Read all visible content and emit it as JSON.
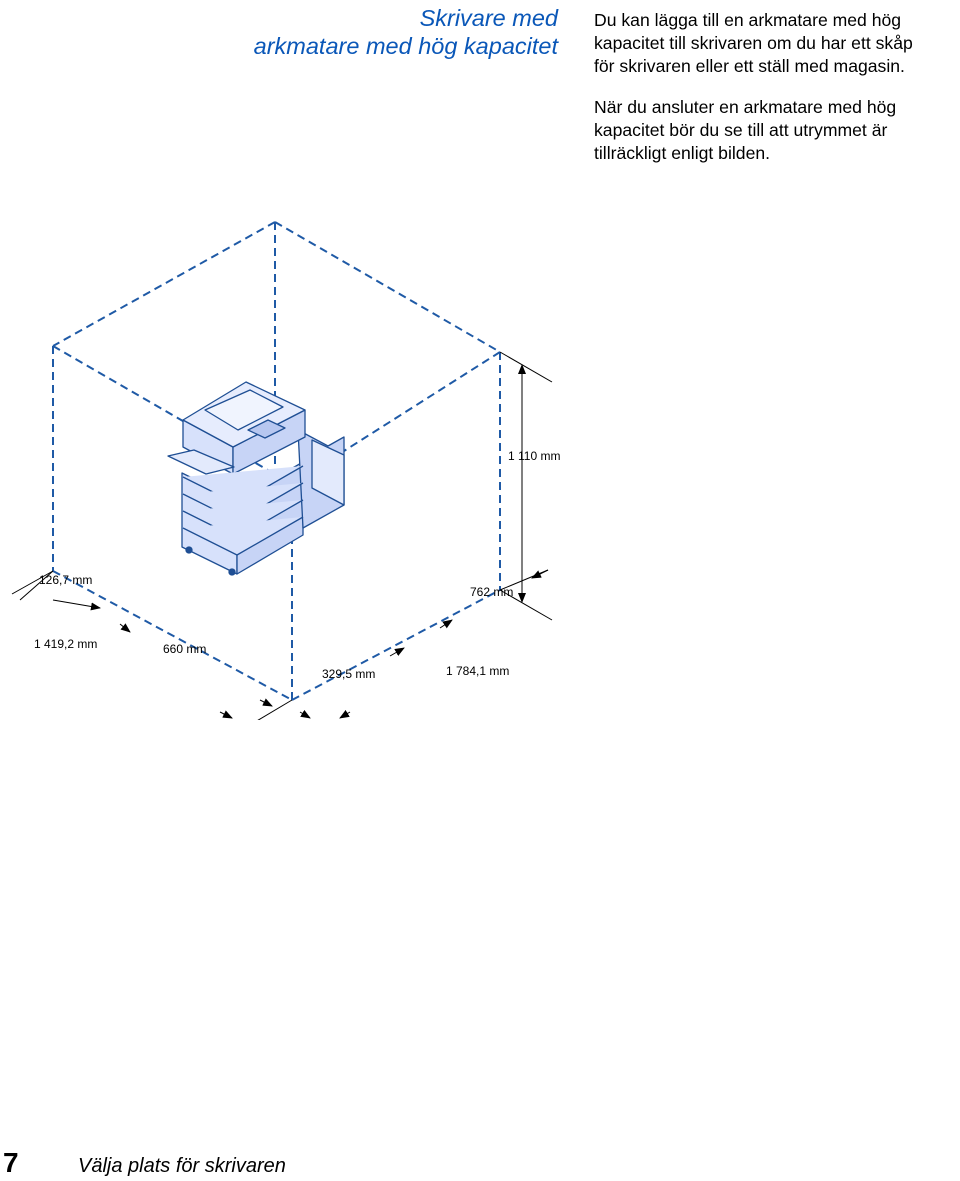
{
  "heading": {
    "lines": [
      "Skrivare med",
      "arkmatare med hög kapacitet"
    ]
  },
  "paragraphs": [
    {
      "lines": [
        "Du kan lägga till en arkmatare med hög",
        "kapacitet till skrivaren om du har ett skåp",
        "för skrivaren eller ett ställ med magasin."
      ]
    },
    {
      "lines": [
        "När du ansluter en arkmatare med hög",
        "kapacitet bör du se till att utrymmet är",
        "tillräckligt enligt bilden."
      ]
    }
  ],
  "figure": {
    "colors": {
      "outline": "#1f5aa6",
      "printer_fill": "#d7e1fb",
      "printer_stroke": "#1f4f94"
    },
    "dimensions": {
      "height": "1 110 mm",
      "left_clearance": "126,7 mm",
      "right_depth": "762 mm",
      "total_width": "1 419,2 mm",
      "printer_width": "660 mm",
      "right_clearance": "329,5 mm",
      "total_depth": "1 784,1 mm"
    }
  },
  "footer": {
    "page_number": "7",
    "section_title": "Välja plats för skrivaren"
  }
}
